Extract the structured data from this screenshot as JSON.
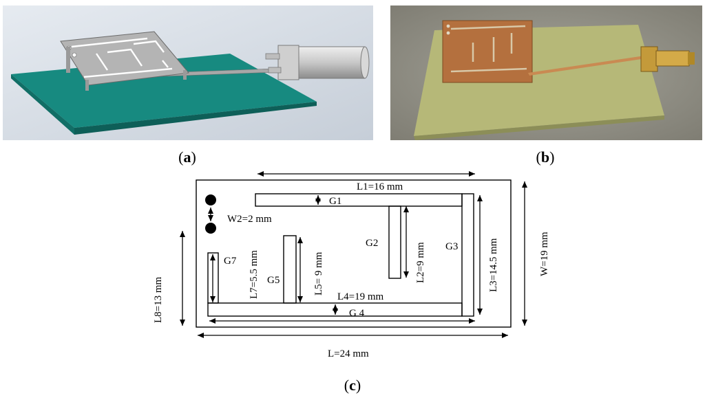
{
  "captions": {
    "a": "a",
    "b": "b",
    "c": "c"
  },
  "dimensions": {
    "L1": "L1=16 mm",
    "G1": "G1",
    "W2": "W2=2 mm",
    "G2": "G2",
    "L2": "L2=9 mm",
    "G3": "G3",
    "L3": "L3=14.5 mm",
    "W": "W=19 mm",
    "L8": "L8=13 mm",
    "G7": "G7",
    "L7": "L7=5.5 mm",
    "G5": "G5",
    "L5": "L5= 9 mm",
    "L4": "L4=19 mm",
    "G4": "G 4",
    "L": "L=24 mm"
  },
  "colors": {
    "substrate_render": "#178a80",
    "render_bg": "#d4dce4",
    "photo_bg": "#8e8c82",
    "fr4": "#b6b878",
    "copper": "#b4703e",
    "connector": "#c49a3a"
  }
}
